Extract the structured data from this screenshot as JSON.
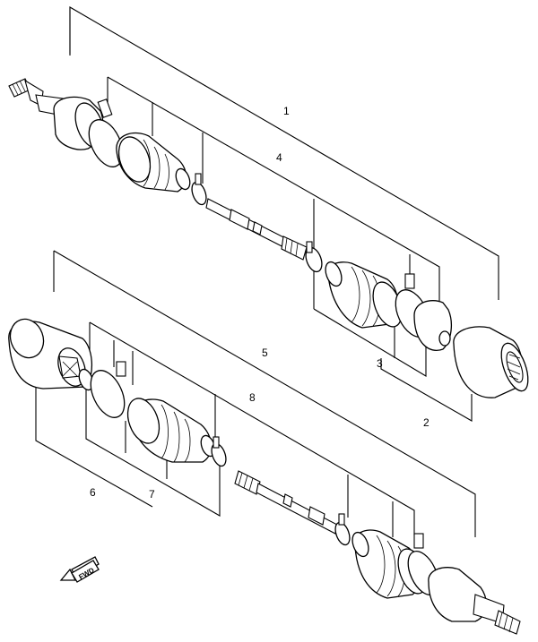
{
  "callouts": [
    {
      "id": "1",
      "label": "1"
    },
    {
      "id": "2",
      "label": "2"
    },
    {
      "id": "3",
      "label": "3"
    },
    {
      "id": "4",
      "label": "4"
    },
    {
      "id": "5",
      "label": "5"
    },
    {
      "id": "6",
      "label": "6"
    },
    {
      "id": "7",
      "label": "7"
    },
    {
      "id": "8",
      "label": "8"
    }
  ],
  "direction_marker": {
    "label": "FWD"
  }
}
